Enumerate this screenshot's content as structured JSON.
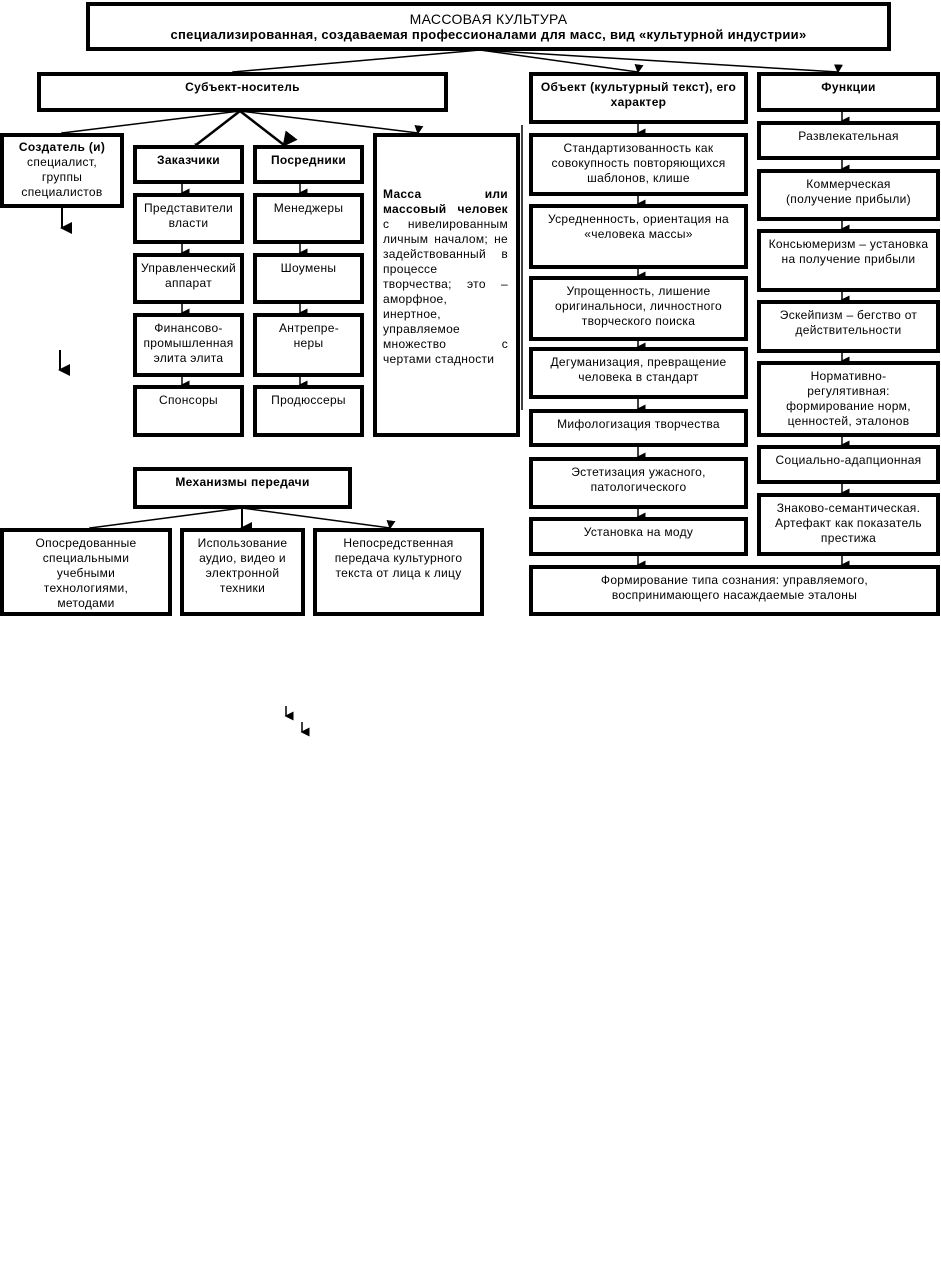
{
  "title": {
    "line1": "МАССОВАЯ КУЛЬТУРА",
    "line2": "специализированная, создаваемая профессионалами для масс, вид «культурной индустрии»"
  },
  "subject": {
    "label": "Субъект-носитель",
    "creator": {
      "title": "Создатель (и)",
      "text": "специалист, группы специалистов"
    },
    "customers": {
      "label": "Заказчики",
      "items": [
        "Представители власти",
        "Управленческий аппарат",
        "Финансово-промышленная элита элита",
        "Спонсоры"
      ]
    },
    "mediators": {
      "label": "Посредники",
      "items": [
        "Менеджеры",
        "Шоумены",
        "Антрепре-неры",
        "Продюссеры"
      ]
    },
    "mass": {
      "title": "Масса или массовый человек",
      "text": "с нивелированным личным началом; не задействованный в процессе творчества; это – аморфное, инертное, управляемое множество с чертами стадности"
    }
  },
  "object": {
    "label": "Объект (культурный текст), его характер",
    "items": [
      "Стандартизованность как совокупность повторяющихся шаблонов, клише",
      "Усредненность, ориентация на «человека массы»",
      "Упрощенность, лишение оригинальноси, личностного творческого поиска",
      "Дегуманизация, превращение человека в стандарт",
      "Мифологизация творчества",
      "Эстетизация ужасного, патологического",
      "Установка на моду"
    ]
  },
  "functions": {
    "label": "Функции",
    "items": [
      "Развлекательная",
      "Коммерческая (получение прибыли)",
      "Консьюмеризм – установка на получение прибыли",
      "Эскейпизм – бегство от действительности",
      "Нормативно-регулятивная: формирование норм, ценностей, эталонов",
      "Социально-адапционная",
      "Знаково-семантическая. Артефакт как показатель престижа"
    ]
  },
  "result": "Формирование типа сознания: управляемого, воспринимающего насаждаемые эталоны",
  "mechanisms": {
    "label": "Механизмы передачи",
    "items": [
      "Опосредованные специальными учебными технологиями, методами",
      "Использование аудио, видео и электронной техники",
      "Непосредственная передача культурного текста от лица к лицу"
    ]
  }
}
